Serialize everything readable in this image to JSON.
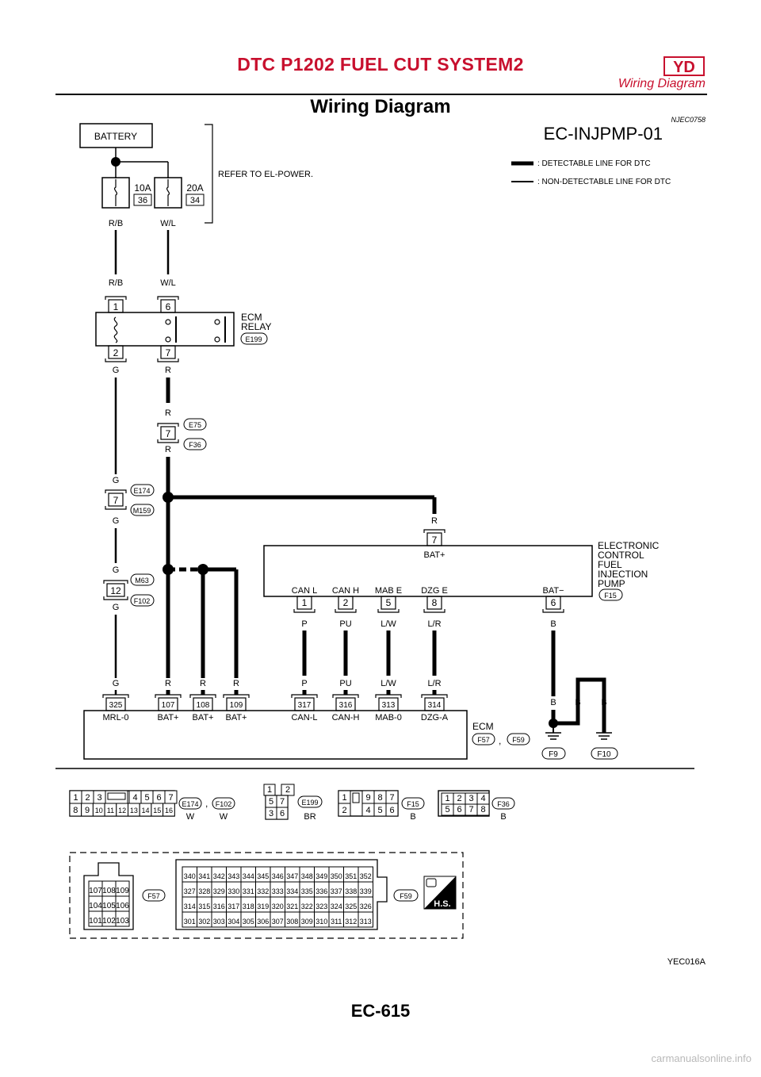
{
  "header": {
    "title": "DTC P1202 FUEL CUT SYSTEM2",
    "badge": "YD",
    "subtitle": "Wiring Diagram"
  },
  "section": {
    "title": "Wiring Diagram",
    "code": "NJEC0758"
  },
  "diagram": {
    "id": "EC-INJPMP-01",
    "battery": "BATTERY",
    "refer": "REFER TO EL-POWER.",
    "legend": {
      "detectable": ": DETECTABLE LINE FOR DTC",
      "non_detectable": ": NON-DETECTABLE LINE FOR DTC"
    },
    "fuse1": {
      "amp": "10A",
      "num": "36",
      "wire": "R/B"
    },
    "fuse2": {
      "amp": "20A",
      "num": "34",
      "wire": "W/L"
    },
    "relay": {
      "name1": "ECM",
      "name2": "RELAY",
      "conn": "E199",
      "pin1": "1",
      "pin6": "6",
      "pin2": "2",
      "pin7": "7",
      "top_left_wire": "R/B",
      "top_right_wire": "W/L",
      "bot_left_wire": "G",
      "bot_right_wire": "R"
    },
    "jc1": {
      "pin": "7",
      "c1": "E75",
      "c2": "F36",
      "w_top": "R",
      "w_bot": "R"
    },
    "jc2": {
      "pin": "7",
      "c1": "E174",
      "c2": "M159",
      "w_top": "G",
      "w_bot": "G"
    },
    "jc3": {
      "pin": "12",
      "c1": "M63",
      "c2": "F102",
      "w_top": "G",
      "w_bot": "G"
    },
    "pump": {
      "l1": "ELECTRONIC",
      "l2": "CONTROL",
      "l3": "FUEL",
      "l4": "INJECTION",
      "l5": "PUMP",
      "conn": "F15",
      "bat_plus": "BAT+",
      "bat_minus": "BAT−",
      "bat_wire": "R",
      "pins": [
        {
          "pin": "7"
        },
        {
          "pin": "1",
          "label": "CAN L",
          "wire": "P"
        },
        {
          "pin": "2",
          "label": "CAN H",
          "wire": "PU"
        },
        {
          "pin": "5",
          "label": "MAB E",
          "wire": "L/W"
        },
        {
          "pin": "8",
          "label": "DZG E",
          "wire": "L/R"
        },
        {
          "pin": "6",
          "wire": "B"
        }
      ]
    },
    "ecm": {
      "name": "ECM",
      "conn1": "F57",
      "conn2": "F59",
      "comma": ",",
      "pins": [
        {
          "pin": "325",
          "label": "MRL-0",
          "wire": "G"
        },
        {
          "pin": "107",
          "label": "BAT+",
          "wire": "R"
        },
        {
          "pin": "108",
          "label": "BAT+",
          "wire": "R"
        },
        {
          "pin": "109",
          "label": "BAT+",
          "wire": "R"
        },
        {
          "pin": "317",
          "label": "CAN-L",
          "wire": "P"
        },
        {
          "pin": "316",
          "label": "CAN-H",
          "wire": "PU"
        },
        {
          "pin": "313",
          "label": "MAB-0",
          "wire": "L/W"
        },
        {
          "pin": "314",
          "label": "DZG-A",
          "wire": "L/R"
        }
      ]
    },
    "grounds": {
      "g1": "F9",
      "g2": "F10",
      "w1": "B",
      "w2": "B",
      "w3": "B"
    },
    "conn_views": {
      "e174": {
        "row1": [
          "1",
          "2",
          "3",
          "",
          "4",
          "5",
          "6",
          "7"
        ],
        "row2": [
          "8",
          "9",
          "10",
          "11",
          "12",
          "13",
          "14",
          "15",
          "16"
        ],
        "c1": "E174",
        "c2": "F102",
        "color1": "W",
        "color2": "W",
        "comma": ","
      },
      "e199": {
        "r1": [
          "1",
          "2"
        ],
        "r2": [
          "5",
          "7"
        ],
        "r3": [
          "3",
          "6"
        ],
        "conn": "E199",
        "color": "BR"
      },
      "f15": {
        "r1": [
          "1",
          "9",
          "8",
          "7"
        ],
        "r2": [
          "2",
          "4",
          "5",
          "6"
        ],
        "conn": "F15",
        "color": "B"
      },
      "f36": {
        "r1": [
          "1",
          "2",
          "3",
          "4"
        ],
        "r2": [
          "5",
          "6",
          "7",
          "8"
        ],
        "conn": "F36",
        "color": "B"
      },
      "f57": {
        "rows": [
          [
            "107",
            "108",
            "109"
          ],
          [
            "104",
            "105",
            "106"
          ],
          [
            "101",
            "102",
            "103"
          ]
        ],
        "conn": "F57"
      },
      "f59": {
        "rows": [
          [
            "340",
            "341",
            "342",
            "343",
            "344",
            "345",
            "346",
            "347",
            "348",
            "349",
            "350",
            "351",
            "352"
          ],
          [
            "327",
            "328",
            "329",
            "330",
            "331",
            "332",
            "333",
            "334",
            "335",
            "336",
            "337",
            "338",
            "339"
          ],
          [
            "314",
            "315",
            "316",
            "317",
            "318",
            "319",
            "320",
            "321",
            "322",
            "323",
            "324",
            "325",
            "326"
          ],
          [
            "301",
            "302",
            "303",
            "304",
            "305",
            "306",
            "307",
            "308",
            "309",
            "310",
            "311",
            "312",
            "313"
          ]
        ],
        "conn": "F59"
      },
      "hs": "H.S."
    }
  },
  "image_id": "YEC016A",
  "page_number": "EC-615",
  "watermark": "carmanualsonline.info"
}
